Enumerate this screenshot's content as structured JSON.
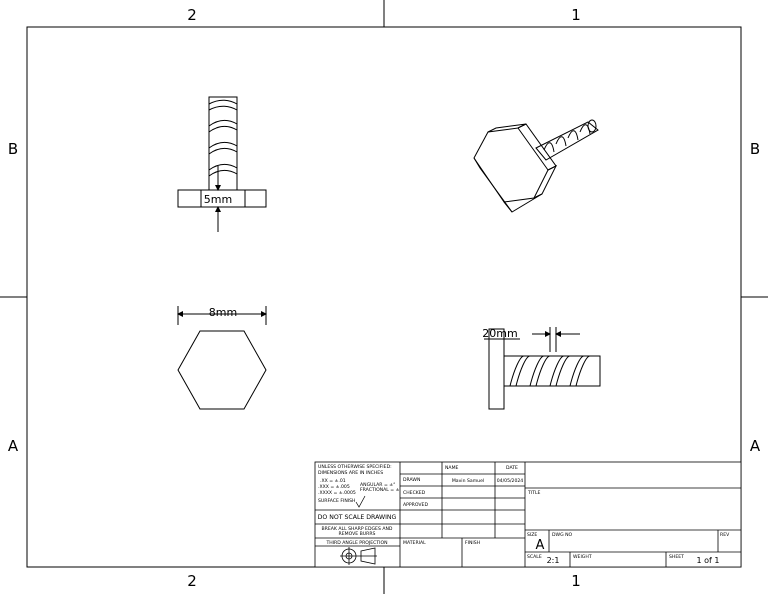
{
  "zones": {
    "top": [
      "2",
      "1"
    ],
    "bottom": [
      "2",
      "1"
    ],
    "left": [
      "B",
      "A"
    ],
    "right": [
      "B",
      "A"
    ]
  },
  "dimensions": {
    "front_view": "5mm",
    "top_view": "8mm",
    "side_view": "20mm"
  },
  "title_block": {
    "tolerance_note_1": "UNLESS OTHERWISE SPECIFIED:",
    "tolerance_note_2": "DIMENSIONS ARE IN INCHES",
    "tol_xx": ".XX = ±.01",
    "tol_xxx": ".XXX = ±.005",
    "tol_xxxx": ".XXXX = ±.0005",
    "tol_angular": "ANGULAR = ±°",
    "tol_fractional": "FRACTIONAL = ±",
    "surface_finish": "SURFACE FINISH",
    "do_not_scale": "DO NOT SCALE DRAWING",
    "break_edges_1": "BREAK ALL SHARP EDGES AND",
    "break_edges_2": "REMOVE BURRS",
    "projection": "THIRD ANGLE PROJECTION",
    "name_header": "NAME",
    "date_header": "DATE",
    "drawn_label": "DRAWN",
    "drawn_name": "Mavin Samuel",
    "drawn_date": "04/05/2024",
    "checked_label": "CHECKED",
    "approved_label": "APPROVED",
    "material_label": "MATERIAL",
    "finish_label": "FINISH",
    "title_label": "TITLE",
    "size_label": "SIZE",
    "size_value": "A",
    "dwg_label": "DWG NO",
    "rev_label": "REV",
    "scale_label": "SCALE",
    "scale_value": "2:1",
    "weight_label": "WEIGHT",
    "sheet_label": "SHEET",
    "sheet_value": "1 of 1"
  }
}
